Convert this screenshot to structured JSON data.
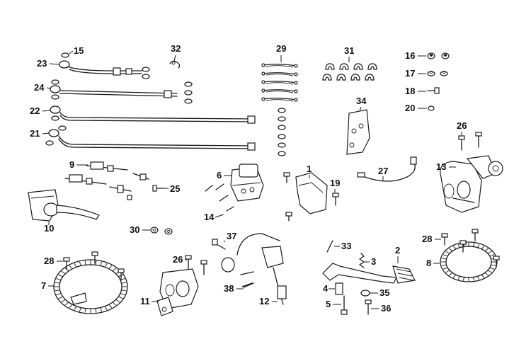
{
  "labels": [
    "1",
    "2",
    "3",
    "4",
    "5",
    "6",
    "7",
    "8",
    "9",
    "10",
    "11",
    "12",
    "13",
    "14",
    "15",
    "16",
    "17",
    "18",
    "19",
    "20",
    "21",
    "22",
    "23",
    "24",
    "25",
    "26",
    "27",
    "28",
    "29",
    "30",
    "31",
    "32",
    "33",
    "34",
    "35",
    "36",
    "37",
    "38"
  ],
  "colors": {
    "line": "#1a1a1a",
    "fill": "#d9d9d9",
    "background": "#ffffff"
  }
}
